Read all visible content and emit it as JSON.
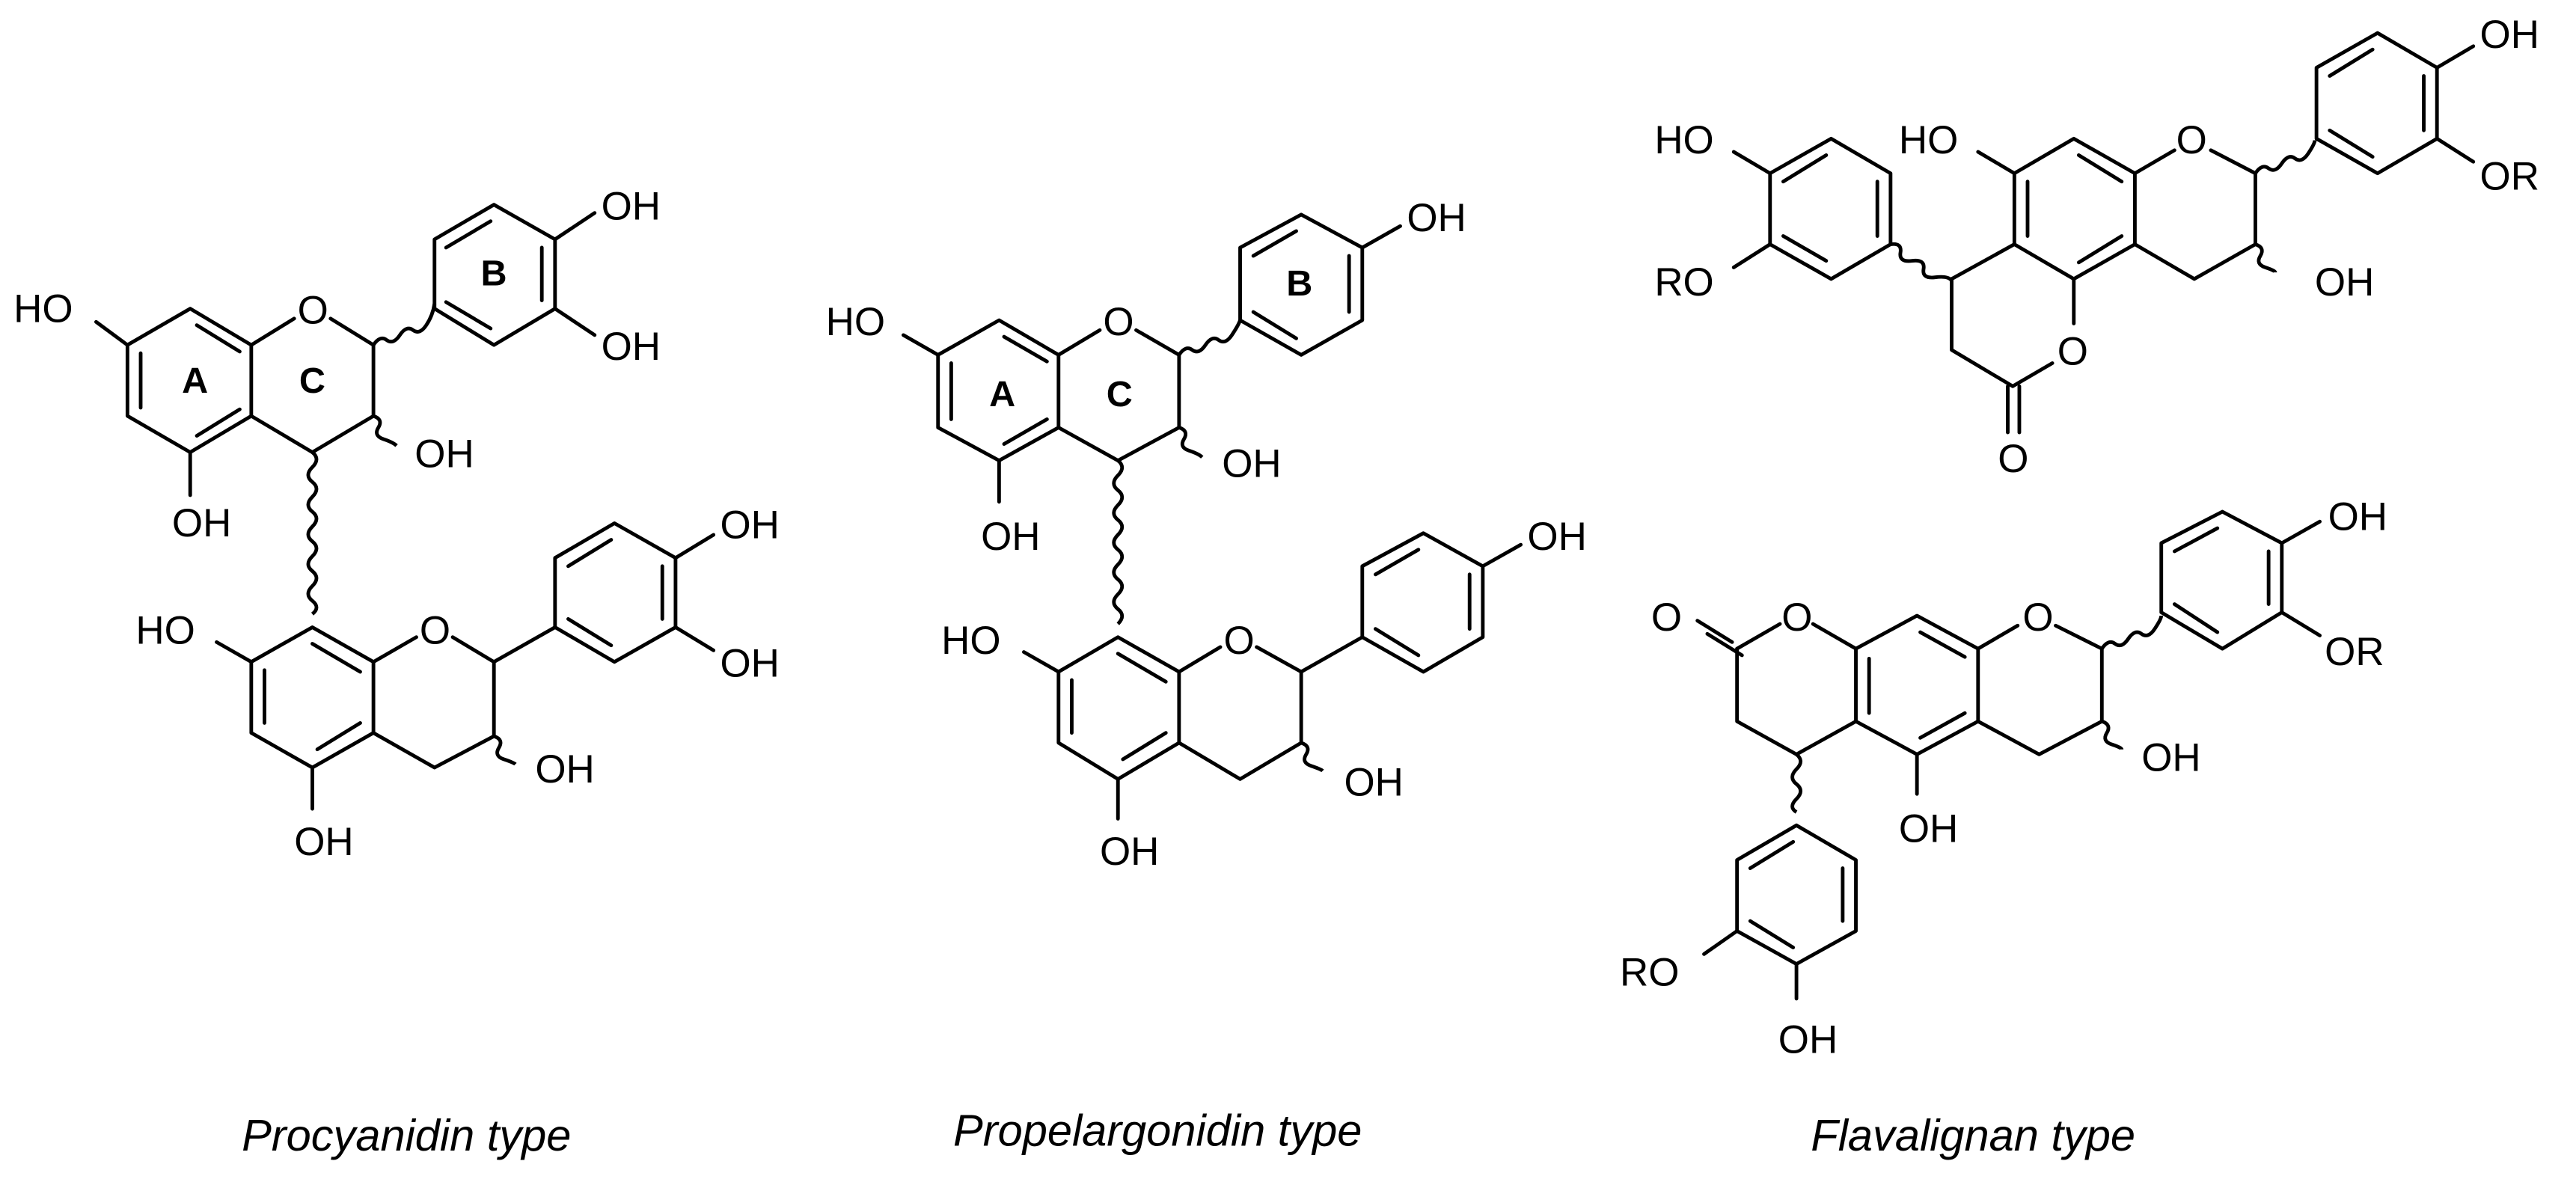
{
  "figure": {
    "background": "#ffffff",
    "ink_color": "#000000",
    "structures": [
      {
        "id": "procyanidin",
        "caption": "Procyanidin type",
        "ring_labels": [
          "A",
          "C",
          "B"
        ],
        "atom_labels": [
          "HO",
          "O",
          "OH",
          "OH",
          "OH",
          "OH",
          "HO",
          "O",
          "OH",
          "OH",
          "OH",
          "OH"
        ]
      },
      {
        "id": "propelargonidin",
        "caption": "Propelargonidin type",
        "ring_labels": [
          "A",
          "C",
          "B"
        ],
        "atom_labels": [
          "HO",
          "O",
          "OH",
          "OH",
          "OH",
          "HO",
          "O",
          "OH",
          "OH",
          "OH"
        ]
      },
      {
        "id": "flavalignan",
        "caption": "Flavalignan type",
        "atom_labels_top": [
          "HO",
          "RO",
          "HO",
          "O",
          "OH",
          "OR",
          "OH",
          "O",
          "O"
        ],
        "atom_labels_bottom": [
          "O",
          "O",
          "O",
          "OH",
          "OR",
          "OH",
          "OH",
          "RO",
          "OH"
        ]
      }
    ]
  }
}
